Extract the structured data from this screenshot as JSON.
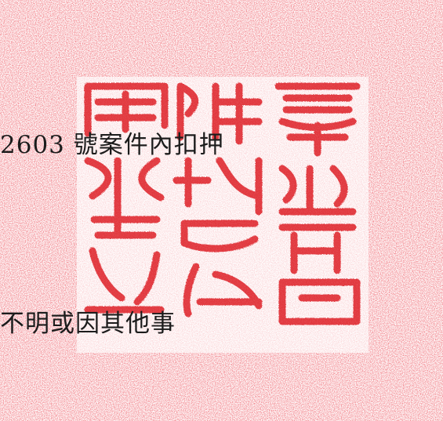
{
  "document": {
    "lines": [
      "2603 號案件內扣押",
      "不明或因其他事"
    ]
  },
  "seal": {
    "type": "square-red-seal",
    "color": "#e0343a",
    "columns": 3
  },
  "colors": {
    "seal_red": "#e0343a",
    "text": "#1c1c1c",
    "background": "#ffffff"
  }
}
